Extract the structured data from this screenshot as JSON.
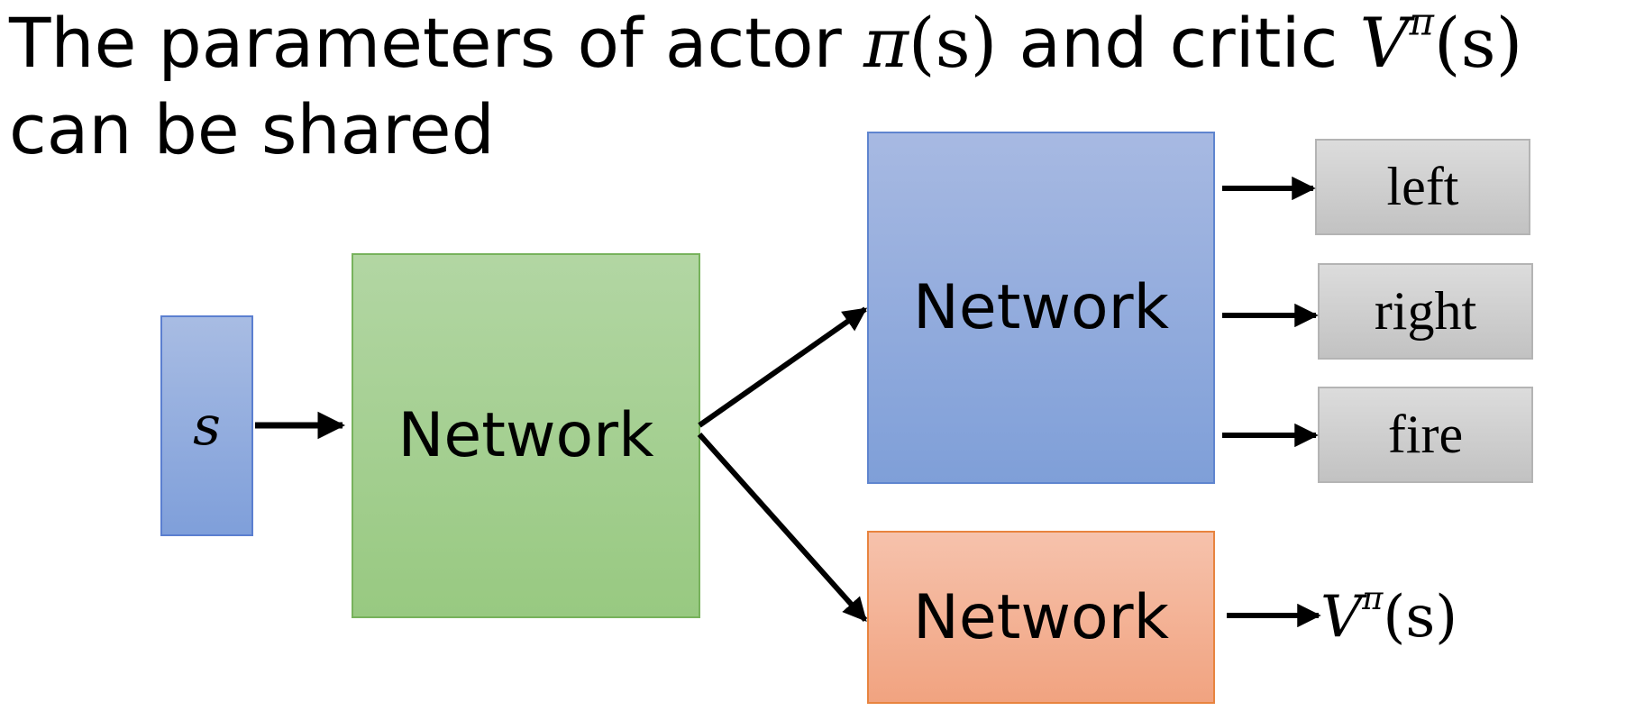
{
  "title": {
    "text_prefix": "The parameters of actor ",
    "actor_symbol": "π",
    "actor_arg": "(s)",
    "text_middle": "  and critic ",
    "critic_symbol": "V",
    "critic_superscript": "π",
    "critic_arg": "(s)",
    "line2": "can be shared"
  },
  "input": {
    "label": "s"
  },
  "networks": {
    "shared": "Network",
    "actor": "Network",
    "critic": "Network"
  },
  "actions": [
    "left",
    "right",
    "fire"
  ],
  "critic_output": {
    "symbol": "V",
    "superscript": "π",
    "arg": "(s)"
  },
  "colors": {
    "input_fill": "#8faae0",
    "shared_fill": "#a5d090",
    "actor_fill": "#93ace0",
    "critic_fill": "#f4b396",
    "action_fill": "#cfcfcf",
    "arrow": "#000000"
  }
}
